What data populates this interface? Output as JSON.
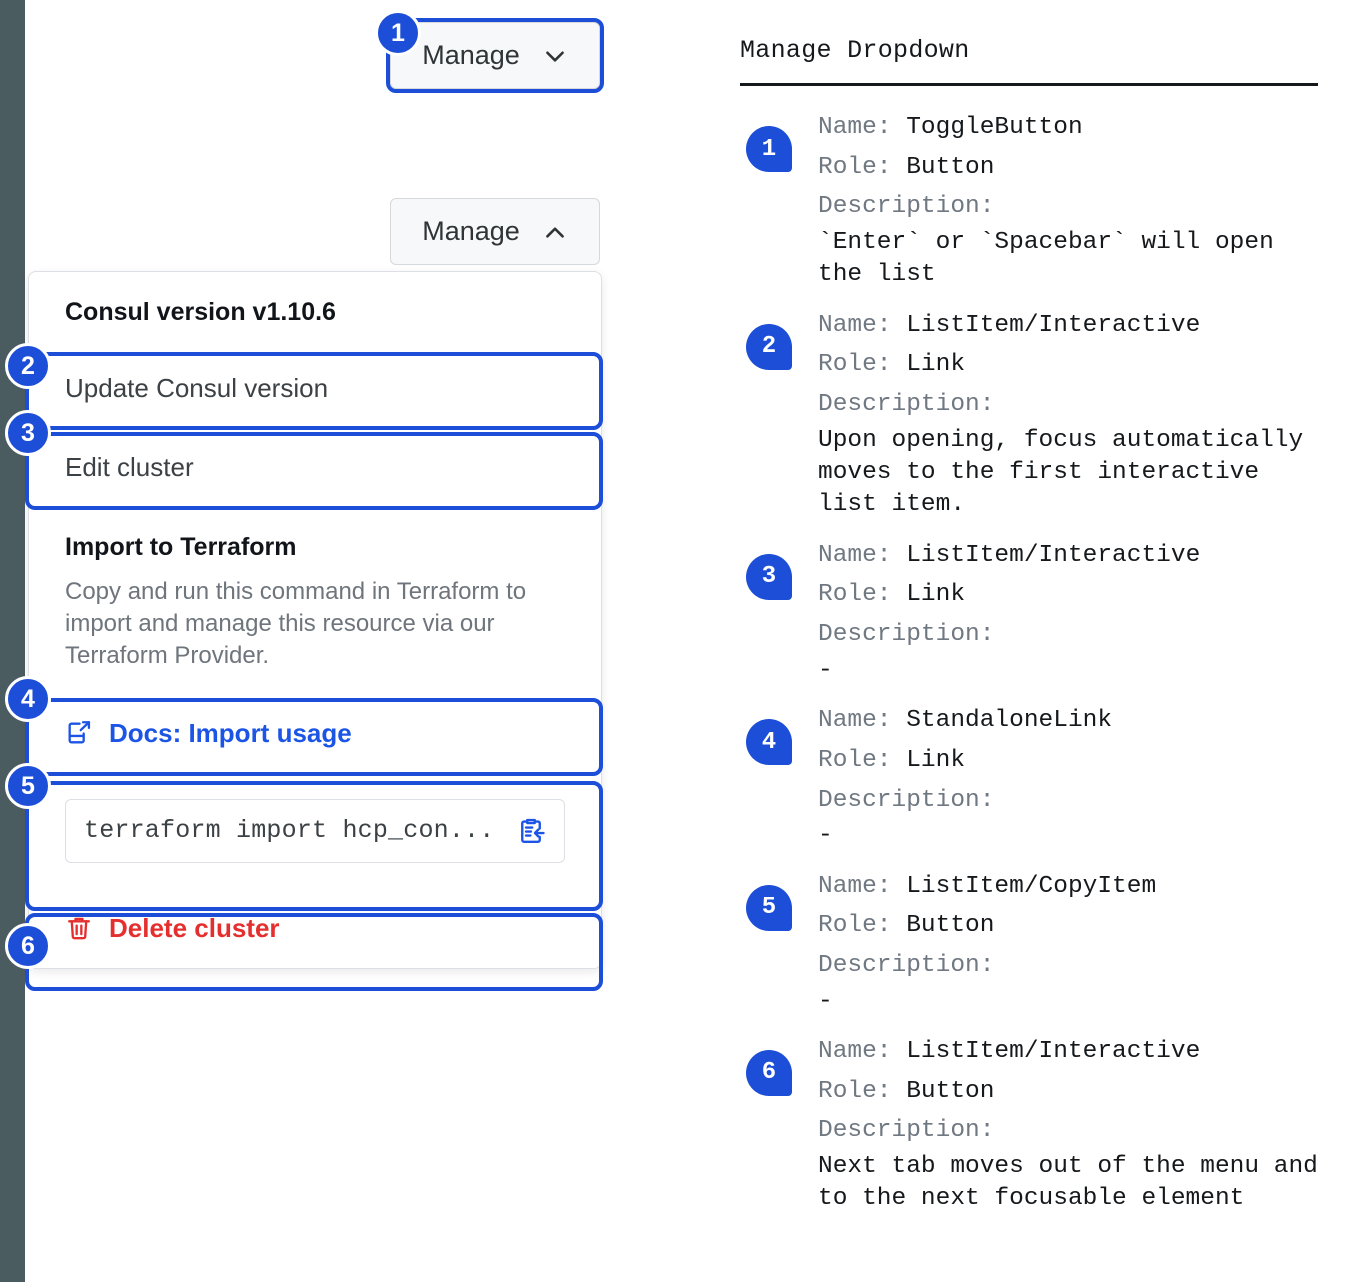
{
  "left": {
    "toggle_closed": {
      "label": "Manage",
      "icon": "chevron-down-icon"
    },
    "toggle_open": {
      "label": "Manage",
      "icon": "chevron-up-icon"
    },
    "dropdown": {
      "version_header": "Consul version v1.10.6",
      "update_item": "Update Consul version",
      "edit_item": "Edit cluster",
      "terraform_title": "Import to Terraform",
      "terraform_desc": "Copy and run this command in Terraform to import and manage this resource via our Terraform Provider.",
      "docs_link": "Docs: Import usage",
      "docs_icon": "docs-external-link-icon",
      "command": "terraform import hcp_con...",
      "copy_icon": "copy-to-clipboard-icon",
      "delete_item": "Delete cluster",
      "delete_icon": "trash-icon"
    },
    "badges": [
      "1",
      "2",
      "3",
      "4",
      "5",
      "6"
    ]
  },
  "right": {
    "title": "Manage Dropdown",
    "labels": {
      "name": "Name: ",
      "role": "Role: ",
      "description": "Description:"
    },
    "items": [
      {
        "num": "1",
        "name": "ToggleButton",
        "role": "Button",
        "description": "`Enter` or `Spacebar` will open\nthe list"
      },
      {
        "num": "2",
        "name": "ListItem/Interactive",
        "role": "Link",
        "description": "Upon opening, focus automatically\nmoves to the first interactive\nlist item."
      },
      {
        "num": "3",
        "name": "ListItem/Interactive",
        "role": "Link",
        "description": "-"
      },
      {
        "num": "4",
        "name": "StandaloneLink",
        "role": "Link",
        "description": "-"
      },
      {
        "num": "5",
        "name": "ListItem/CopyItem",
        "role": "Button",
        "description": "-"
      },
      {
        "num": "6",
        "name": "ListItem/Interactive",
        "role": "Button",
        "description": "Next tab moves out of the menu and\nto the next focusable element"
      }
    ]
  },
  "colors": {
    "accent_blue": "#1c4ed8",
    "link_blue": "#1c55e5",
    "danger_red": "#e52f2f",
    "rail": "#4b5c61"
  }
}
